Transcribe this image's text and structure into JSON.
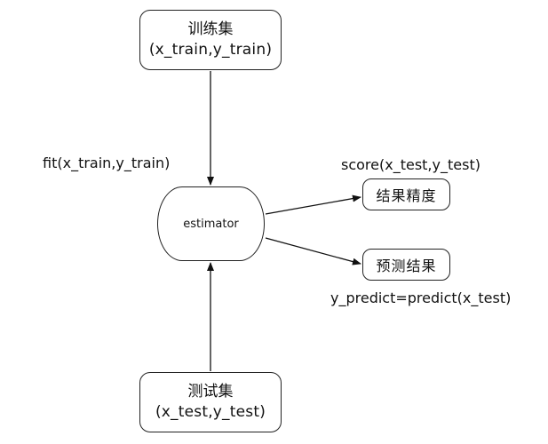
{
  "train_set": {
    "title": "训练集",
    "subtitle": "(x_train,y_train)"
  },
  "test_set": {
    "title": "测试集",
    "subtitle": "(x_test,y_test)"
  },
  "estimator": {
    "label": "estimator"
  },
  "edges": {
    "fit": "fit(x_train,y_train)",
    "score": "score(x_test,y_test)",
    "predict": "y_predict=predict(x_test)"
  },
  "outputs": {
    "accuracy": "结果精度",
    "prediction": "预测结果"
  }
}
